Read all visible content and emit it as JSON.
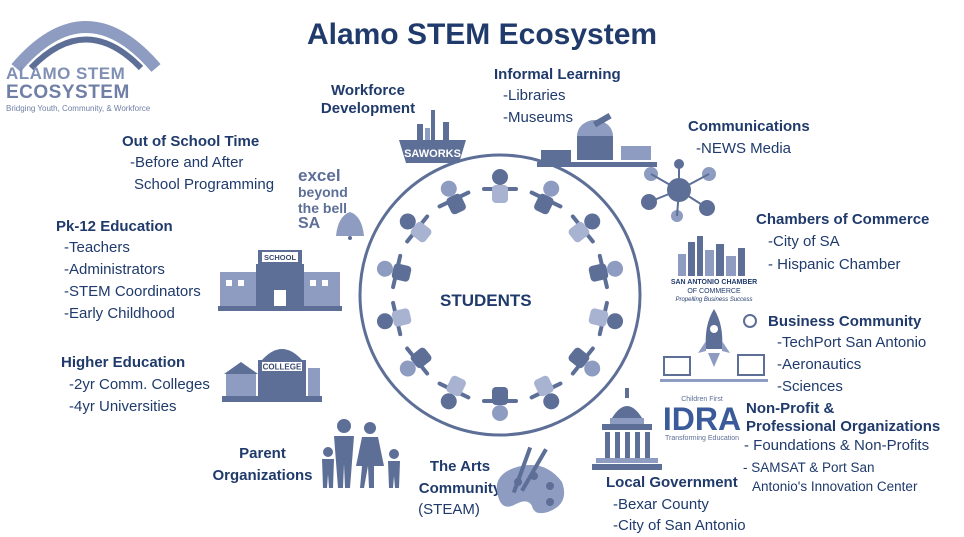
{
  "title": "Alamo STEM Ecosystem",
  "logo": {
    "line1": "ALAMO STEM",
    "line2": "ECOSYSTEM",
    "tagline": "Bridging Youth, Community, & Workforce"
  },
  "center_label": "STUDENTS",
  "groups": {
    "workforce": {
      "heading_line1": "Workforce",
      "heading_line2": "Development",
      "icon_text": "SAWORKS"
    },
    "informal": {
      "heading": "Informal Learning",
      "items": [
        "-Libraries",
        "-Museums"
      ]
    },
    "communications": {
      "heading": "Communications",
      "items": [
        "-NEWS Media"
      ]
    },
    "chambers": {
      "heading": "Chambers of Commerce",
      "items": [
        "-City of SA",
        "- Hispanic Chamber"
      ],
      "logo_line1": "SAN ANTONIO CHAMBER",
      "logo_line2": "OF COMMERCE",
      "logo_line3": "Propelling Business Success"
    },
    "business": {
      "heading": "Business Community",
      "items": [
        "-TechPort San Antonio",
        "-Aeronautics",
        "-Sciences"
      ]
    },
    "nonprofit": {
      "heading_line1": "Non-Profit &",
      "heading_line2": "Professional Organizations",
      "items": [
        "- Foundations & Non-Profits",
        "- SAMSAT & Port San",
        "Antonio's Innovation Center"
      ],
      "logo_text": "IDRA",
      "logo_top": "Children First",
      "logo_bottom": "Transforming Education"
    },
    "local_gov": {
      "heading": "Local Government",
      "items": [
        "-Bexar County",
        "-City of San Antonio"
      ]
    },
    "arts": {
      "heading_line1": "The Arts",
      "heading_line2": "Community",
      "item": "(STEAM)"
    },
    "parent": {
      "heading_line1": "Parent",
      "heading_line2": "Organizations"
    },
    "higher_ed": {
      "heading": "Higher Education",
      "items": [
        "-2yr Comm. Colleges",
        "-4yr Universities"
      ],
      "icon_text": "COLLEGE"
    },
    "pk12": {
      "heading": "Pk-12 Education",
      "items": [
        "-Teachers",
        "-Administrators",
        "-STEM Coordinators",
        "-Early Childhood"
      ],
      "icon_text": "SCHOOL"
    },
    "ost": {
      "heading": "Out of School Time",
      "items": [
        "-Before and After",
        "School Programming"
      ],
      "logo_line1": "excel",
      "logo_line2": "beyond",
      "logo_line3": "the bell",
      "logo_line4": "SA"
    }
  },
  "colors": {
    "text": "#1f3a6b",
    "icon": "#5d6f97",
    "logo": "#8090b5"
  }
}
